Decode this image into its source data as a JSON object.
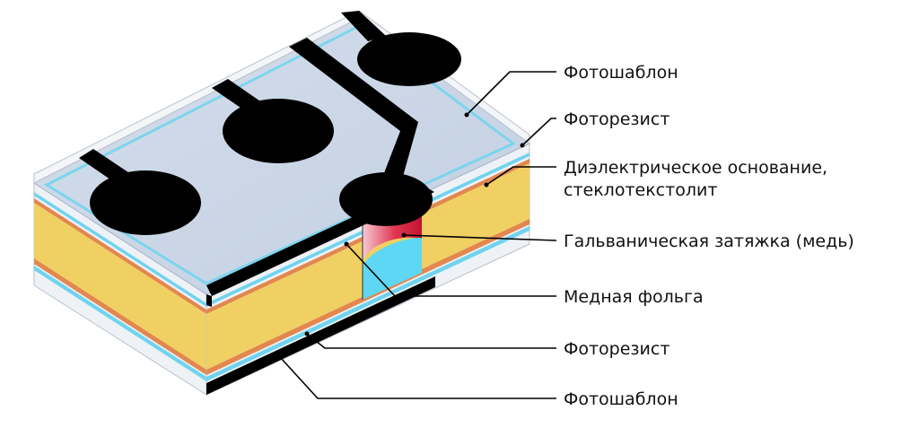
{
  "labels": {
    "photomask_top": "Фотошаблон",
    "photoresist_top": "Фоторезист",
    "dielectric_line1": "Диэлектрическое основание,",
    "dielectric_line2": "стеклотекстолит",
    "plating": "Гальваническая затяжка (медь)",
    "copper_foil": "Медная фольга",
    "photoresist_bottom": "Фоторезист",
    "photomask_bottom": "Фотошаблон"
  },
  "colors": {
    "glass_top": "#c9d6e6",
    "glass_side": "#e9edf2",
    "photoresist": "#6fd3ee",
    "copper": "#e2874f",
    "dielectric": "#f0d063",
    "dielectric_side": "#e9c65a",
    "mask_ink": "#000000",
    "plating": "#d91f3c",
    "hole_bottom": "#5dd7f4"
  }
}
